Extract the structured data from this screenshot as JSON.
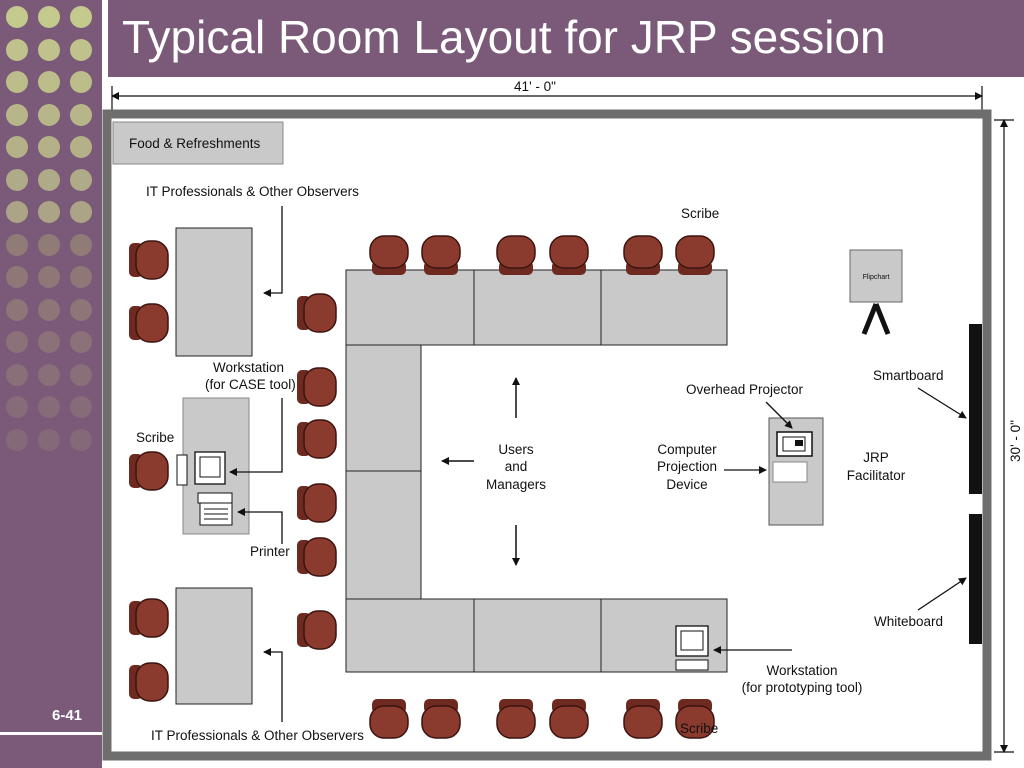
{
  "slide": {
    "title": "Typical Room Layout for JRP session",
    "page_number": "6-41"
  },
  "colors": {
    "sidebar": "#7a5a78",
    "dot_light": "#c4c98e",
    "dot_dark": "#9e9177",
    "table_fill": "#c9c9c9",
    "chair_fill": "#8b3a2e",
    "room_wall": "#6e6e6e"
  },
  "diagram": {
    "width_dimension": "41' - 0\"",
    "height_dimension": "30' - 0\"",
    "labels": {
      "food": "Food & Refreshments",
      "observers_top": "IT Professionals & Other Observers",
      "observers_bottom": "IT Professionals & Other Observers",
      "scribe_top": "Scribe",
      "scribe_left": "Scribe",
      "scribe_bottom": "Scribe",
      "flipchart": "Flipchart",
      "workstation_case_1": "Workstation",
      "workstation_case_2": "(for CASE tool)",
      "printer": "Printer",
      "users_1": "Users",
      "users_2": "and",
      "users_3": "Managers",
      "overhead": "Overhead Projector",
      "cpd_1": "Computer",
      "cpd_2": "Projection",
      "cpd_3": "Device",
      "facilitator_1": "JRP",
      "facilitator_2": "Facilitator",
      "smartboard": "Smartboard",
      "whiteboard": "Whiteboard",
      "workstation_proto_1": "Workstation",
      "workstation_proto_2": "(for prototyping tool)"
    }
  }
}
